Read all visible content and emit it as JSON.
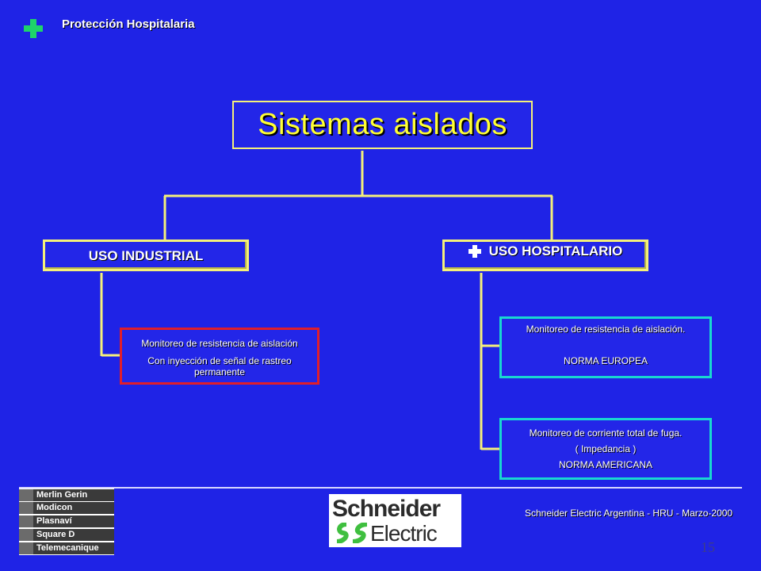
{
  "header": {
    "title": "Protección Hospitalaria",
    "icon": "plus-cross-icon",
    "icon_color": "#1ed46a"
  },
  "diagram": {
    "root": {
      "title": "Sistemas aislados"
    },
    "branches": [
      {
        "label": "USO INDUSTRIAL",
        "leaves": [
          {
            "lines": [
              "Monitoreo de resistencia de aislación",
              "Con inyección de señal de rastreo permanente"
            ]
          }
        ]
      },
      {
        "label": "USO HOSPITALARIO",
        "leaves": [
          {
            "lines": [
              "Monitoreo de resistencia de aislación.",
              "NORMA EUROPEA"
            ]
          },
          {
            "lines": [
              "Monitoreo  de corriente total de fuga.",
              "( Impedancia )",
              "NORMA AMERICANA"
            ]
          }
        ]
      }
    ],
    "colors": {
      "connector": "#f5f07a",
      "title": "#ffff33",
      "industrial_leaf_border": "#e01e2a",
      "hospital_leaf_border": "#19d7d0",
      "background": "#1f23e6"
    }
  },
  "footer": {
    "brands": [
      "Merlin Gerin",
      "Modicon",
      "Plasnaví",
      "Square D",
      "Telemecanique"
    ],
    "logo": {
      "line1": "Schneider",
      "line2": "Electric"
    },
    "credit": "Schneider Electric Argentina - HRU  - Marzo-2000",
    "page_number": "15"
  }
}
